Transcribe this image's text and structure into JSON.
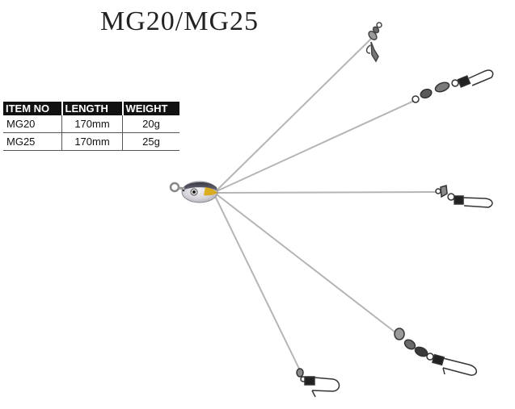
{
  "title": "MG20/MG25",
  "spec_table": {
    "headers": [
      "ITEM NO",
      "LENGTH",
      "WEIGHT"
    ],
    "rows": [
      [
        "MG20",
        "170mm",
        "20g"
      ],
      [
        "MG25",
        "170mm",
        "25g"
      ]
    ]
  },
  "colors": {
    "wire": "#b8b8b8",
    "table_header_bg": "#111111",
    "title_text": "#222222"
  }
}
